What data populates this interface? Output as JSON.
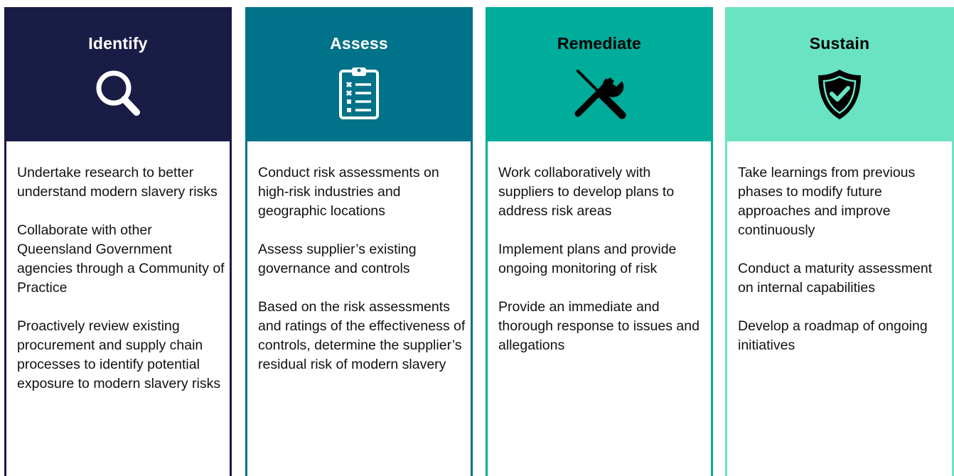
{
  "columns": [
    {
      "title": "Identify",
      "icon": "magnifying-glass-icon",
      "color": "#191c45",
      "items": [
        "Undertake research to better understand modern slavery risks",
        "Collaborate with other Queensland Government agencies through a Community of Practice",
        "Proactively review existing procurement and supply chain processes to identify potential exposure to modern slavery risks"
      ]
    },
    {
      "title": "Assess",
      "icon": "clipboard-checklist-icon",
      "color": "#007289",
      "items": [
        "Conduct risk assessments on high-risk industries and geographic locations",
        "Assess supplier’s existing governance and controls",
        "Based on the risk assessments and ratings of the effectiveness of controls, determine the supplier’s residual risk of modern slavery"
      ]
    },
    {
      "title": "Remediate",
      "icon": "screwdriver-wrench-icon",
      "color": "#00ac9a",
      "items": [
        "Work collaboratively with suppliers to develop plans to address risk areas",
        "Implement plans and provide ongoing monitoring of risk",
        "Provide an immediate and thorough response to issues and allegations"
      ]
    },
    {
      "title": "Sustain",
      "icon": "shield-check-icon",
      "color": "#6ae3c3",
      "items": [
        "Take learnings from previous phases to modify future approaches and improve continuously",
        "Conduct a maturity assessment on internal capabilities",
        "Develop a roadmap of ongoing initiatives"
      ]
    }
  ]
}
